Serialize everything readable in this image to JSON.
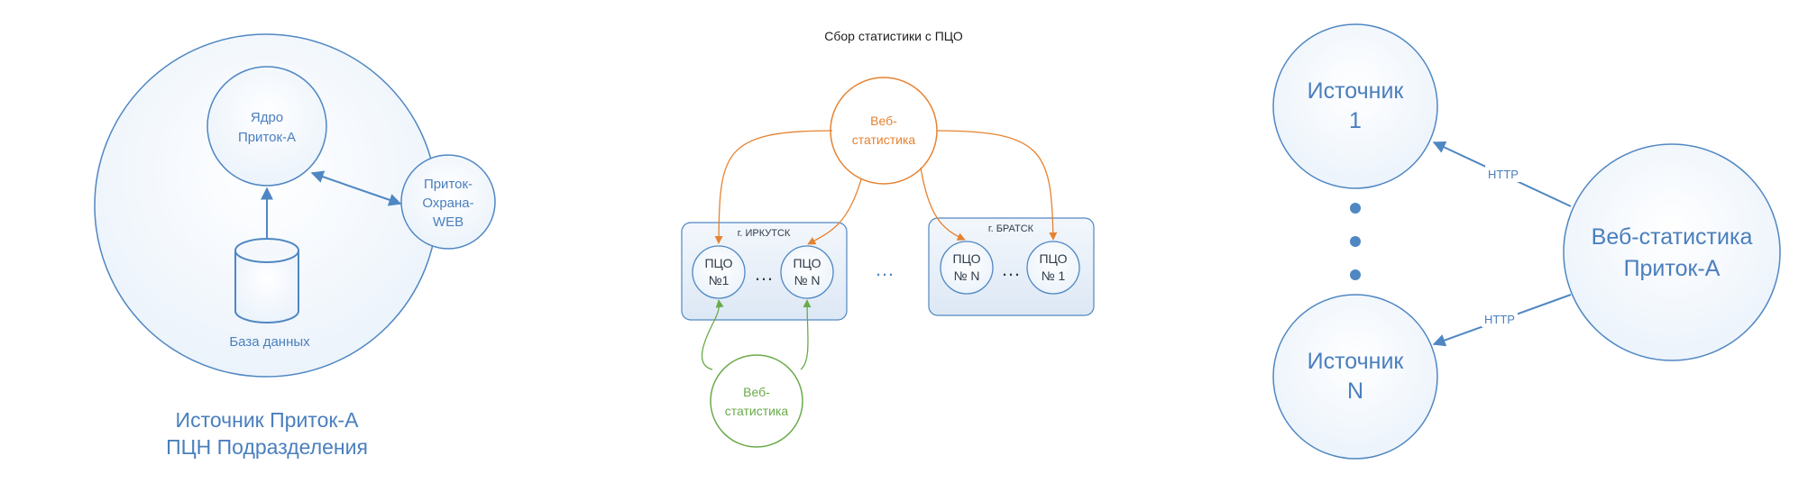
{
  "colors": {
    "blue": "#4f87c2",
    "blue_text": "#4a7fbd",
    "orange": "#e58231",
    "green": "#6aab4b",
    "grey_text": "#2f3b4a",
    "node_fill_light": "#eef4fb",
    "group_fill": "#e6eef8"
  },
  "left_diagram": {
    "core_label_1": "Ядро",
    "core_label_2": "Приток-А",
    "web_label_1": "Приток-",
    "web_label_2": "Охрана-",
    "web_label_3": "WEB",
    "db_label": "База данных",
    "caption_line1": "Источник Приток-А",
    "caption_line2": "ПЦН Подразделения"
  },
  "middle_diagram": {
    "title": "Сбор статистики с ПЦО",
    "web_stat_top_1": "Веб-",
    "web_stat_top_2": "статистика",
    "web_stat_bottom_1": "Веб-",
    "web_stat_bottom_2": "статистика",
    "group_irkutsk": "г. ИРКУТСК",
    "group_bratsk": "г. БРАТСК",
    "pco_label": "ПЦО",
    "irk_node1_num": "№1",
    "irk_node2_num": "№ N",
    "brt_node1_num": "№ N",
    "brt_node2_num": "№ 1",
    "ellipsis": "…"
  },
  "right_diagram": {
    "source1_line1": "Источник",
    "source1_line2": "1",
    "sourceN_line1": "Источник",
    "sourceN_line2": "N",
    "webstat_line1": "Веб-статистика",
    "webstat_line2": "Приток-А",
    "http_label_top": "HTTP",
    "http_label_bottom": "HTTP"
  }
}
